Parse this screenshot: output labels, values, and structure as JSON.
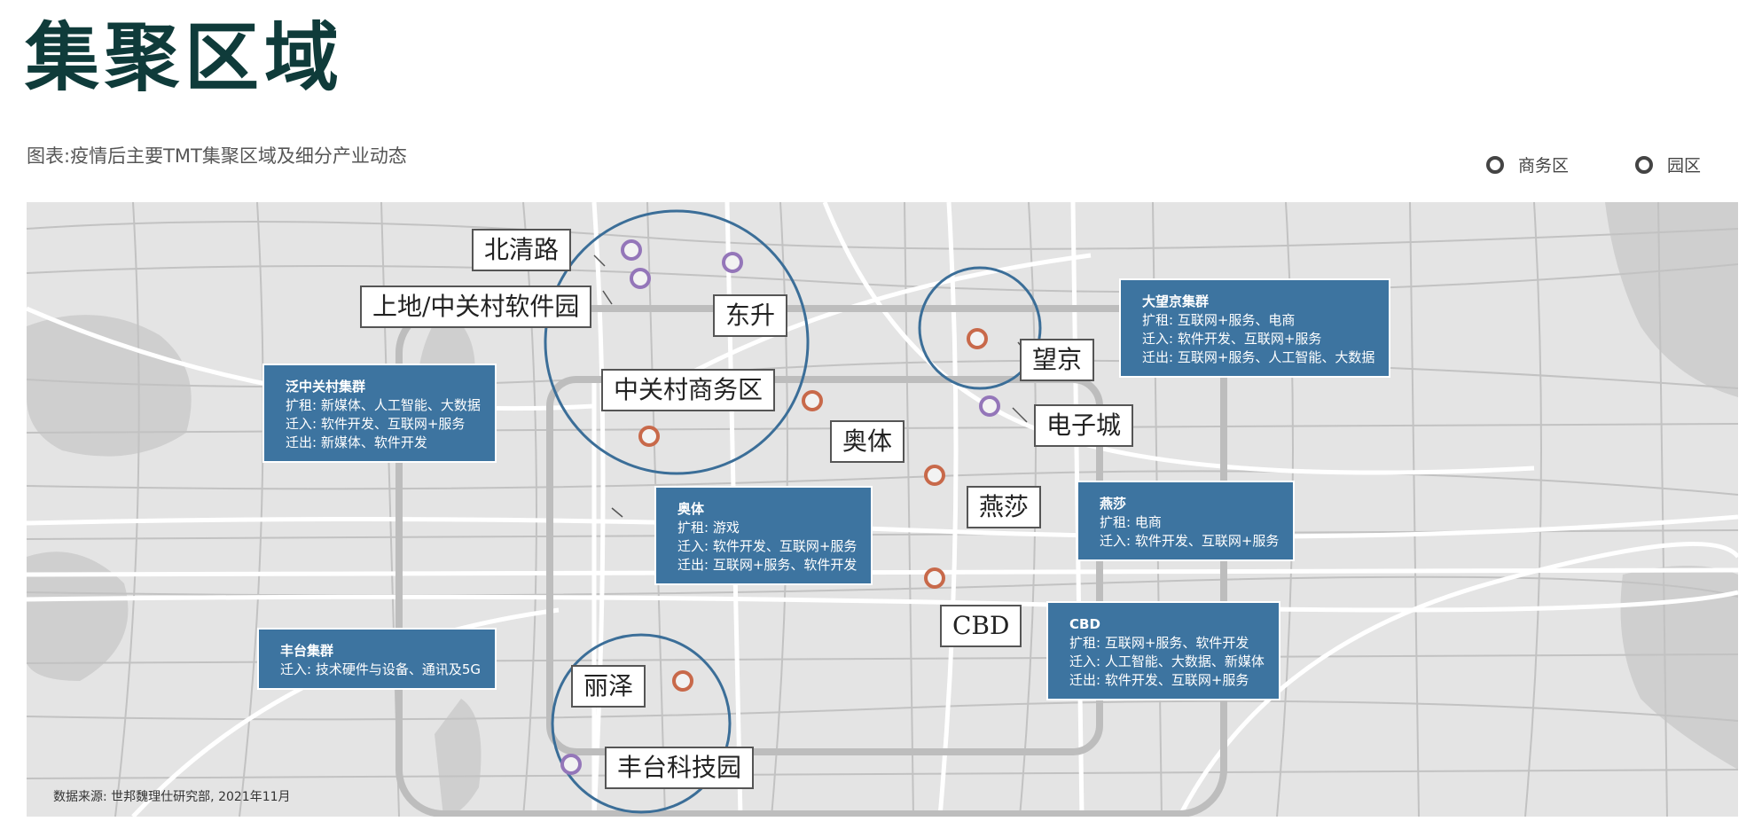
{
  "title": "集聚区域",
  "subtitle": "图表:疫情后主要TMT集聚区域及细分产业动态",
  "legend": [
    {
      "label": "商务区",
      "color": "#c8694a"
    },
    {
      "label": "园区",
      "color": "#9476b9"
    }
  ],
  "info_boxes": {
    "zhongguancun": {
      "heading": "泛中关村集群",
      "lines": [
        "扩租: 新媒体、人工智能、大数据",
        "迁入: 软件开发、互联网+服务",
        "迁出: 新媒体、软件开发"
      ]
    },
    "wangjing": {
      "heading": "大望京集群",
      "lines": [
        "扩租: 互联网+服务、电商",
        "迁入: 软件开发、互联网+服务",
        "迁出: 互联网+服务、人工智能、大数据"
      ]
    },
    "aoti": {
      "heading": "奥体",
      "lines": [
        "扩租: 游戏",
        "迁入: 软件开发、互联网+服务",
        "迁出: 互联网+服务、软件开发"
      ]
    },
    "yansha": {
      "heading": "燕莎",
      "lines": [
        "扩租: 电商",
        "迁入: 软件开发、互联网+服务"
      ]
    },
    "fengtai": {
      "heading": "丰台集群",
      "lines": [
        "迁入: 技术硬件与设备、通讯及5G"
      ]
    },
    "cbd": {
      "heading": "CBD",
      "lines": [
        "扩租: 互联网+服务、软件开发",
        "迁入: 人工智能、大数据、新媒体",
        "迁出: 软件开发、互联网+服务"
      ]
    }
  },
  "callouts": {
    "beiqinglu": "北清路",
    "shangdi": "上地/中关村软件园",
    "dongsheng": "东升",
    "zgc_biz": "中关村商务区",
    "wangjing": "望京",
    "dianzicheng": "电子城",
    "aoti": "奥体",
    "yansha": "燕莎",
    "cbd": "CBD",
    "lize": "丽泽",
    "fengtai_park": "丰台科技园"
  },
  "source": "数据来源: 世邦魏理仕研究部, 2021年11月"
}
